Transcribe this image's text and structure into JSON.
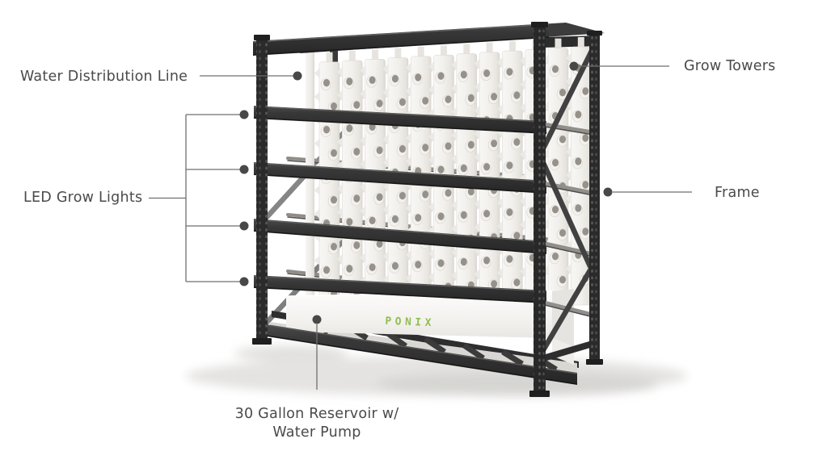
{
  "page": {
    "background": "#ffffff"
  },
  "diagram": {
    "brand_logo": "PONIX",
    "labels": {
      "water_distribution_line": "Water Distribution Line",
      "grow_towers": "Grow Towers",
      "led_grow_lights": "LED Grow Lights",
      "frame": "Frame",
      "reservoir_line1": "30 Gallon Reservoir w/",
      "reservoir_line2": "Water Pump"
    },
    "colors": {
      "label_text": "#4a4a4a",
      "leader_line": "#6f6f6f",
      "leader_dot": "#484848",
      "logo_green": "#8ebf52",
      "frame_dark": "#2b2b2b",
      "tower_white": "#f2f0ec",
      "background": "#ffffff"
    }
  }
}
